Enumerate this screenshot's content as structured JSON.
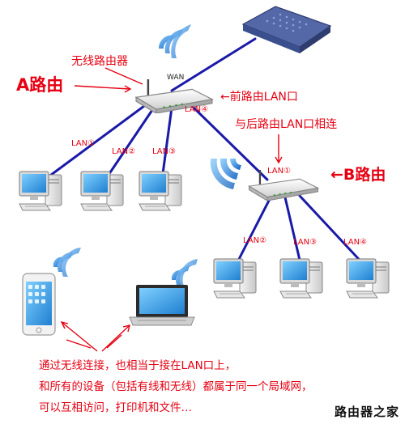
{
  "labels": {
    "wireless_router": "无线路由器",
    "wan": "WAN",
    "router_a": "A路由",
    "front_lan": "←前路由LAN口",
    "connect_rear": "与后路由LAN口相连",
    "router_b": "←B路由",
    "a_lan1": "LAN①",
    "a_lan2": "LAN②",
    "a_lan3": "LAN③",
    "a_lan4": "LAN④",
    "b_lan1": "LAN①",
    "b_lan2": "LAN②",
    "b_lan3": "LAN③",
    "b_lan4": "LAN④"
  },
  "caption": {
    "line1": "通过无线连接，也相当于接在LAN口上，",
    "line2": "和所有的设备（包括有线和无线）都属于同一个局域网，",
    "line3": "可以互相访问，打印机和文件…"
  },
  "watermark": "路由器之家",
  "colors": {
    "cable": "#1a1aa8",
    "label_red": "#e60012",
    "wifi_blue": "#1c7fd6",
    "modem": "#3b4f8f"
  }
}
